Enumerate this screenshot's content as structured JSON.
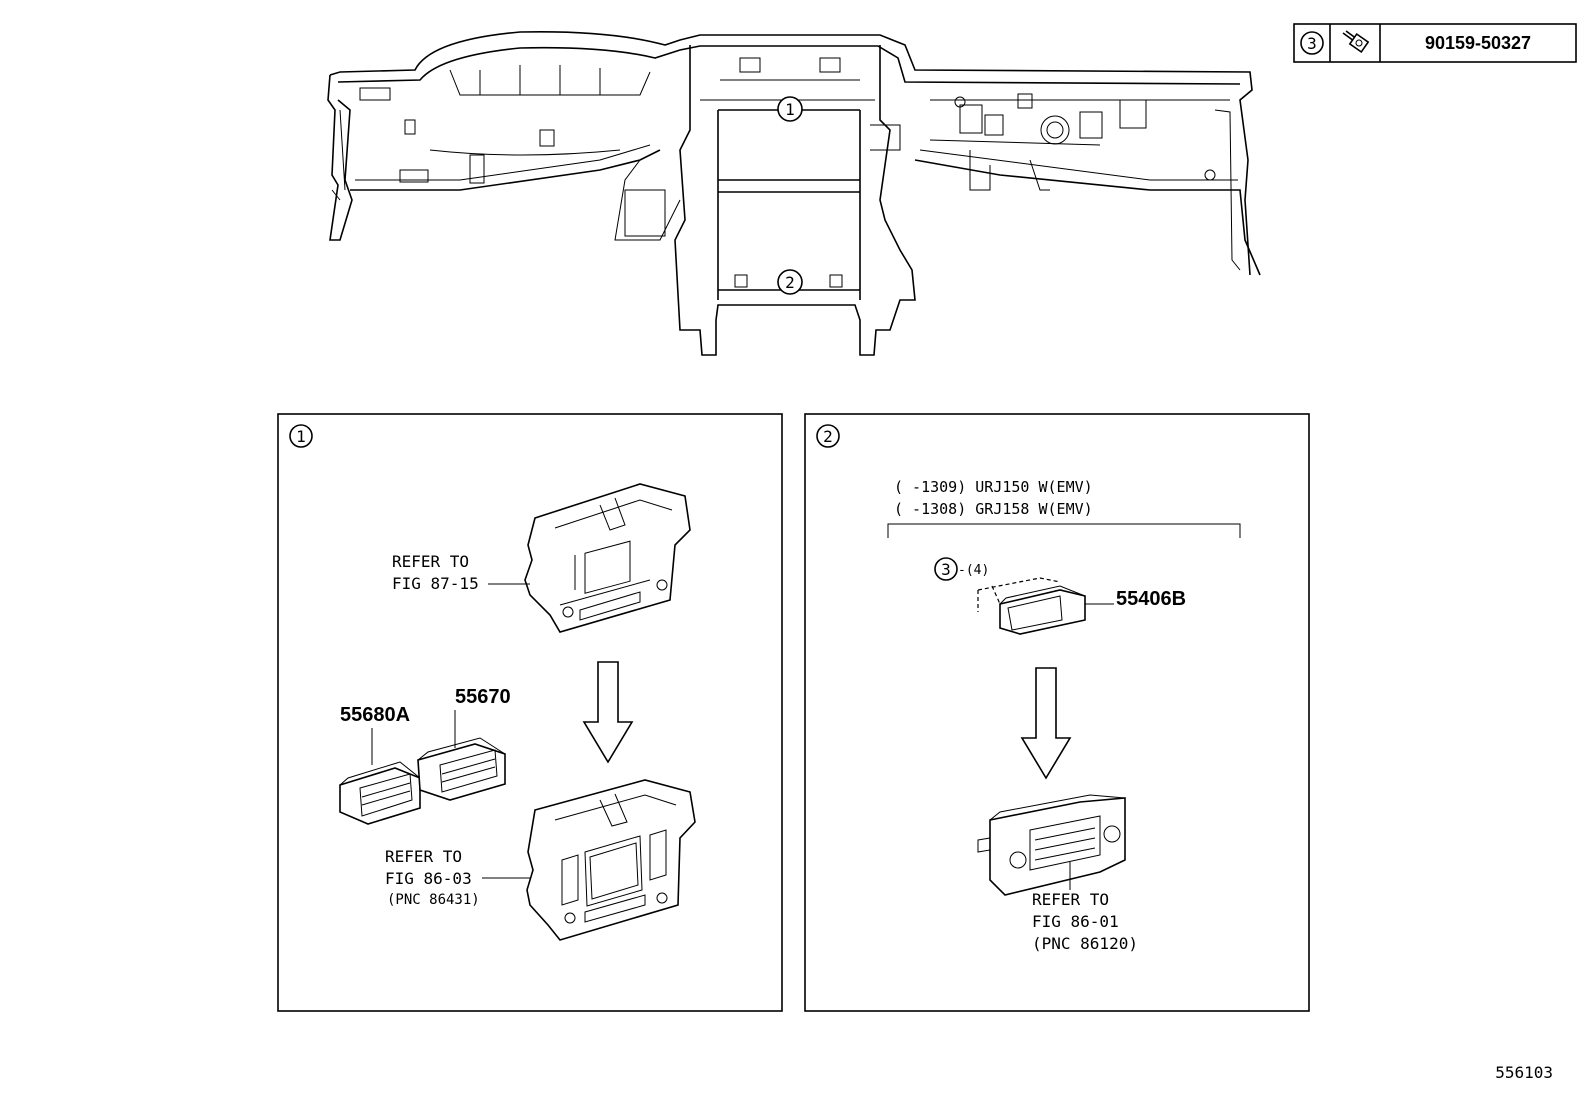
{
  "legend": {
    "callout": "3",
    "part_number": "90159-50327",
    "icon": "bolt-icon"
  },
  "main_assembly": {
    "callout_1": "1",
    "callout_2": "2"
  },
  "panel_1": {
    "callout": "1",
    "ref_top": [
      "REFER TO",
      "FIG 87-15"
    ],
    "part_55670": "55670",
    "part_55680a": "55680A",
    "ref_bottom": [
      "REFER TO",
      "FIG 86-03",
      "(PNC 86431)"
    ]
  },
  "panel_2": {
    "callout": "2",
    "conditions": [
      "(    -1309) URJ150 W(EMV)",
      "(    -1308) GRJ158 W(EMV)"
    ],
    "bolt_callout": "3",
    "bolt_qty": "-(4)",
    "part_55406b": "55406B",
    "ref": [
      "REFER TO",
      "FIG 86-01",
      "(PNC 86120)"
    ]
  },
  "figure_id": "556103"
}
